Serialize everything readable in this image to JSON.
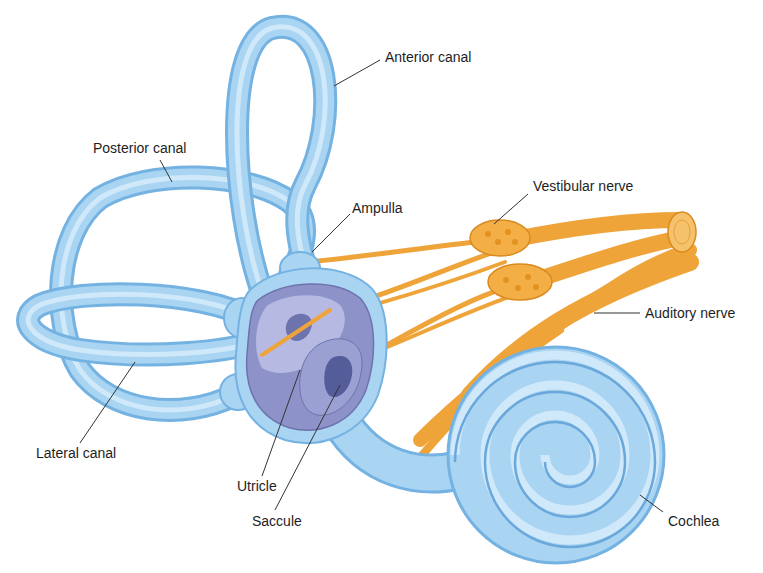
{
  "diagram": {
    "labels": [
      "Anterior canal",
      "Posterior canal",
      "Vestibular nerve",
      "Ampulla",
      "Auditory nerve",
      "Lateral canal",
      "Utricle",
      "Saccule",
      "Cochlea"
    ]
  }
}
